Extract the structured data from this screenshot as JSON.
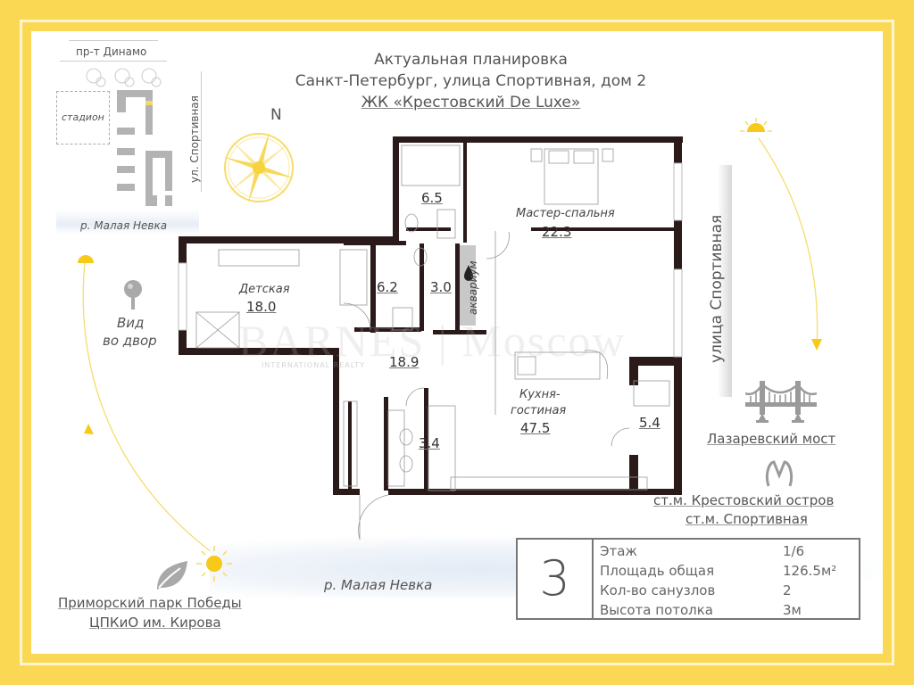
{
  "header": {
    "line1": "Актуальная планировка",
    "line2": "Санкт-Петербург, улица Спортивная, дом 2",
    "line3": "ЖК «Крестовский De Luxe»"
  },
  "colors": {
    "frame": "#fbd854",
    "sun": "#f7c918",
    "wall": "#2a1a1a",
    "text": "#555555",
    "aquarium": "#c8c8c8"
  },
  "compass": {
    "north_label": "N"
  },
  "site_map": {
    "street_top": "пр-т Динамо",
    "stadium": "стадион",
    "street_right": "ул. Спортивная",
    "river": "р. Малая Невка"
  },
  "view": {
    "line1": "Вид",
    "line2": "во двор"
  },
  "street_right_main": "улица Спортивная",
  "river_bottom": "р. Малая Невка",
  "landmarks": {
    "bridge": "Лазаревский мост",
    "metro_1": "ст.м. Крестовский остров",
    "metro_2": "ст.м. Спортивная",
    "park_1": "Приморский парк Победы",
    "park_2": "ЦПКиО им. Кирова"
  },
  "rooms": [
    {
      "name": "",
      "area": "6.5"
    },
    {
      "name": "Мастер-спальня",
      "area": "22.3"
    },
    {
      "name": "Детская",
      "area": "18.0"
    },
    {
      "name": "",
      "area": "6.2"
    },
    {
      "name": "",
      "area": "3.0"
    },
    {
      "name": "аквариум",
      "area": ""
    },
    {
      "name": "",
      "area": "18.9"
    },
    {
      "name": "Кухня-",
      "name2": "гостиная",
      "area": "47.5"
    },
    {
      "name": "",
      "area": "3.4"
    },
    {
      "name": "",
      "area": "5.4"
    }
  ],
  "watermark": {
    "brand": "BARNES | Moscow",
    "sub": "INTERNATIONAL REALTY"
  },
  "info": {
    "rooms_count": "3",
    "rows": [
      {
        "label": "Этаж",
        "value": "1/6"
      },
      {
        "label": "Площадь общая",
        "value": "126.5м²"
      },
      {
        "label": "Кол-во санузлов",
        "value": "2"
      },
      {
        "label": "Высота потолка",
        "value": "3м"
      }
    ]
  }
}
